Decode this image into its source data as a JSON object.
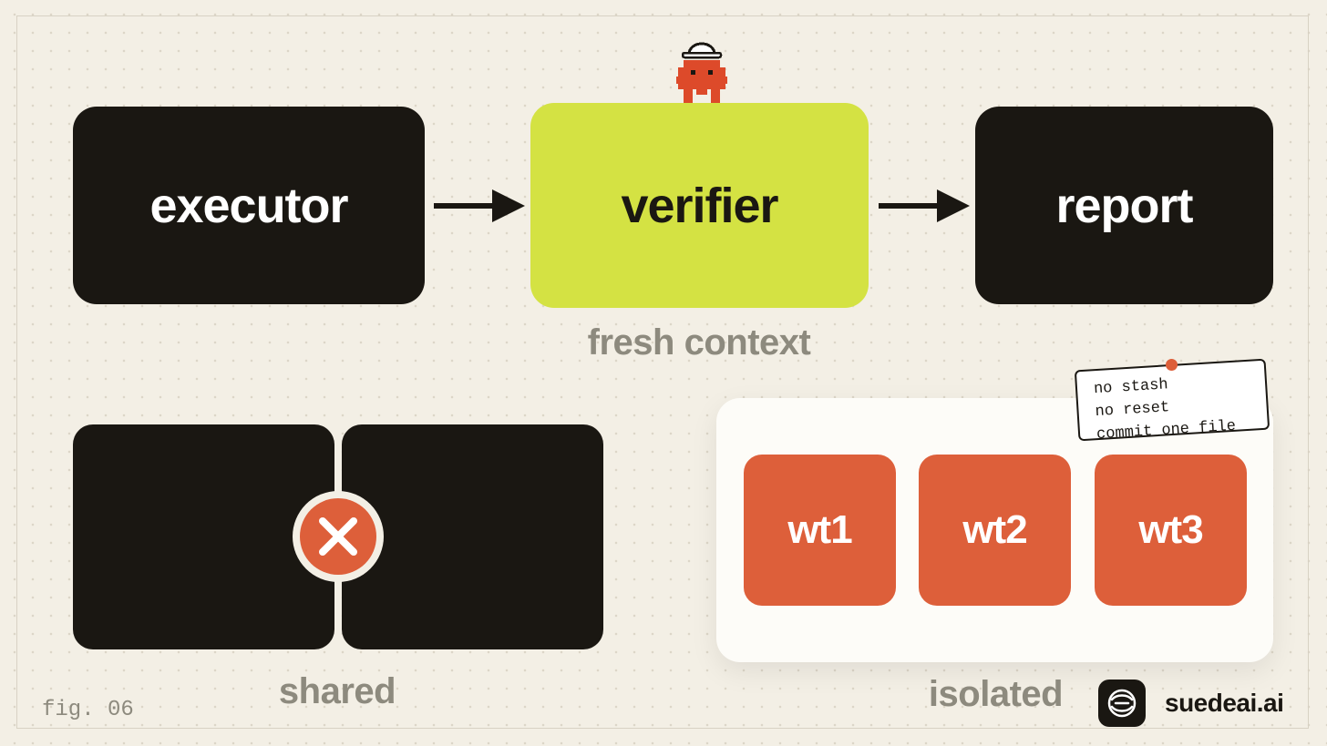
{
  "pipeline": {
    "executor_label": "executor",
    "verifier_label": "verifier",
    "report_label": "report",
    "verifier_caption": "fresh context"
  },
  "shared": {
    "caption": "shared",
    "conflict_icon": "x-circle-icon"
  },
  "isolated": {
    "caption": "isolated",
    "worktrees": [
      "wt1",
      "wt2",
      "wt3"
    ],
    "note_lines": [
      "no stash",
      "no reset",
      "commit one file"
    ]
  },
  "footer": {
    "figure_label": "fig. 06",
    "brand_name": "suedeai.ai",
    "brand_icon": "swirl-logo-icon"
  },
  "colors": {
    "background": "#f3efe5",
    "dark": "#1a1712",
    "accent_lime": "#d4e243",
    "accent_orange": "#dd5f3a",
    "caption_gray": "#8d8a7e"
  }
}
